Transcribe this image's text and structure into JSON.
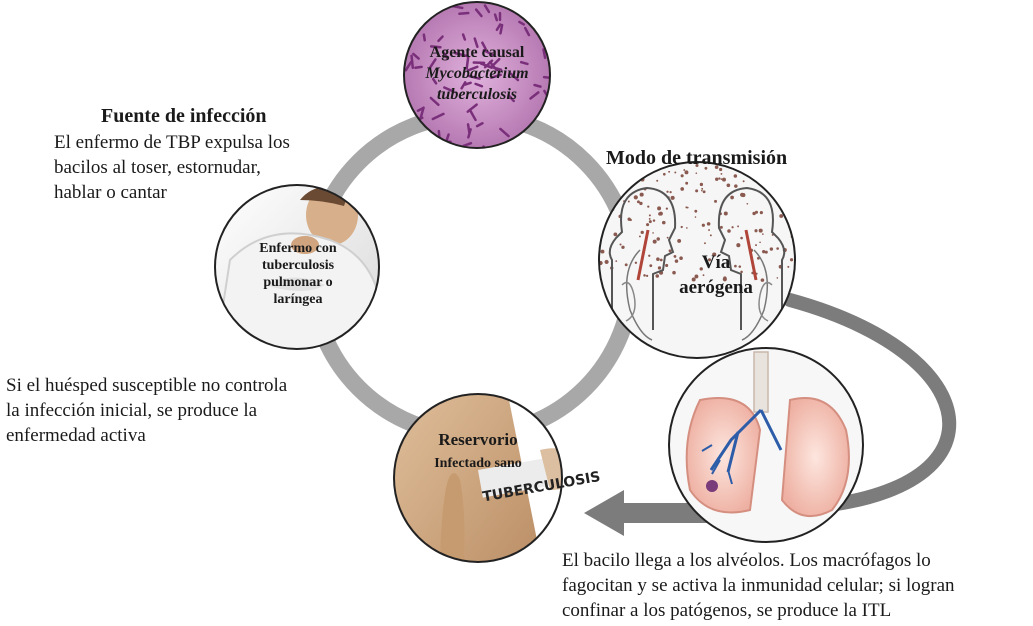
{
  "source": {
    "heading": "Fuente de infección",
    "body_lines": [
      "El enfermo de TBP expulsa los",
      "bacilos al toser, estornudar,",
      "hablar o cantar"
    ],
    "circle_lines": [
      "Enfermo con",
      "tuberculosis",
      "pulmonar o",
      "laríngea"
    ]
  },
  "agent": {
    "lines": [
      "Agente causal"
    ],
    "species_lines": [
      "Mycobacterium",
      "tuberculosis"
    ]
  },
  "transmission": {
    "heading": "Modo de transmisión",
    "circle_lines": [
      "Vía",
      "aerógena"
    ]
  },
  "reservoir": {
    "title": "Reservorio",
    "subtitle": "Infectado sano",
    "band_text": "TUBERCULOSIS"
  },
  "alveoli": {
    "lines": [
      "El bacilo llega a los alvéolos. Los macrófagos lo",
      "fagocitan y se activa la inmunidad celular; si logran",
      "confinar a los patógenos, se produce la ITL"
    ]
  },
  "disease": {
    "lines": [
      "Si el huésped susceptible no controla",
      "la infección inicial, se produce la",
      "enfermedad activa"
    ]
  },
  "colors": {
    "ring": "#a8a8a8",
    "arrow": "#7c7c7c",
    "agent_bg": "#c78ec3",
    "lung": "#f0b4a6",
    "skin": "#cfa981"
  }
}
